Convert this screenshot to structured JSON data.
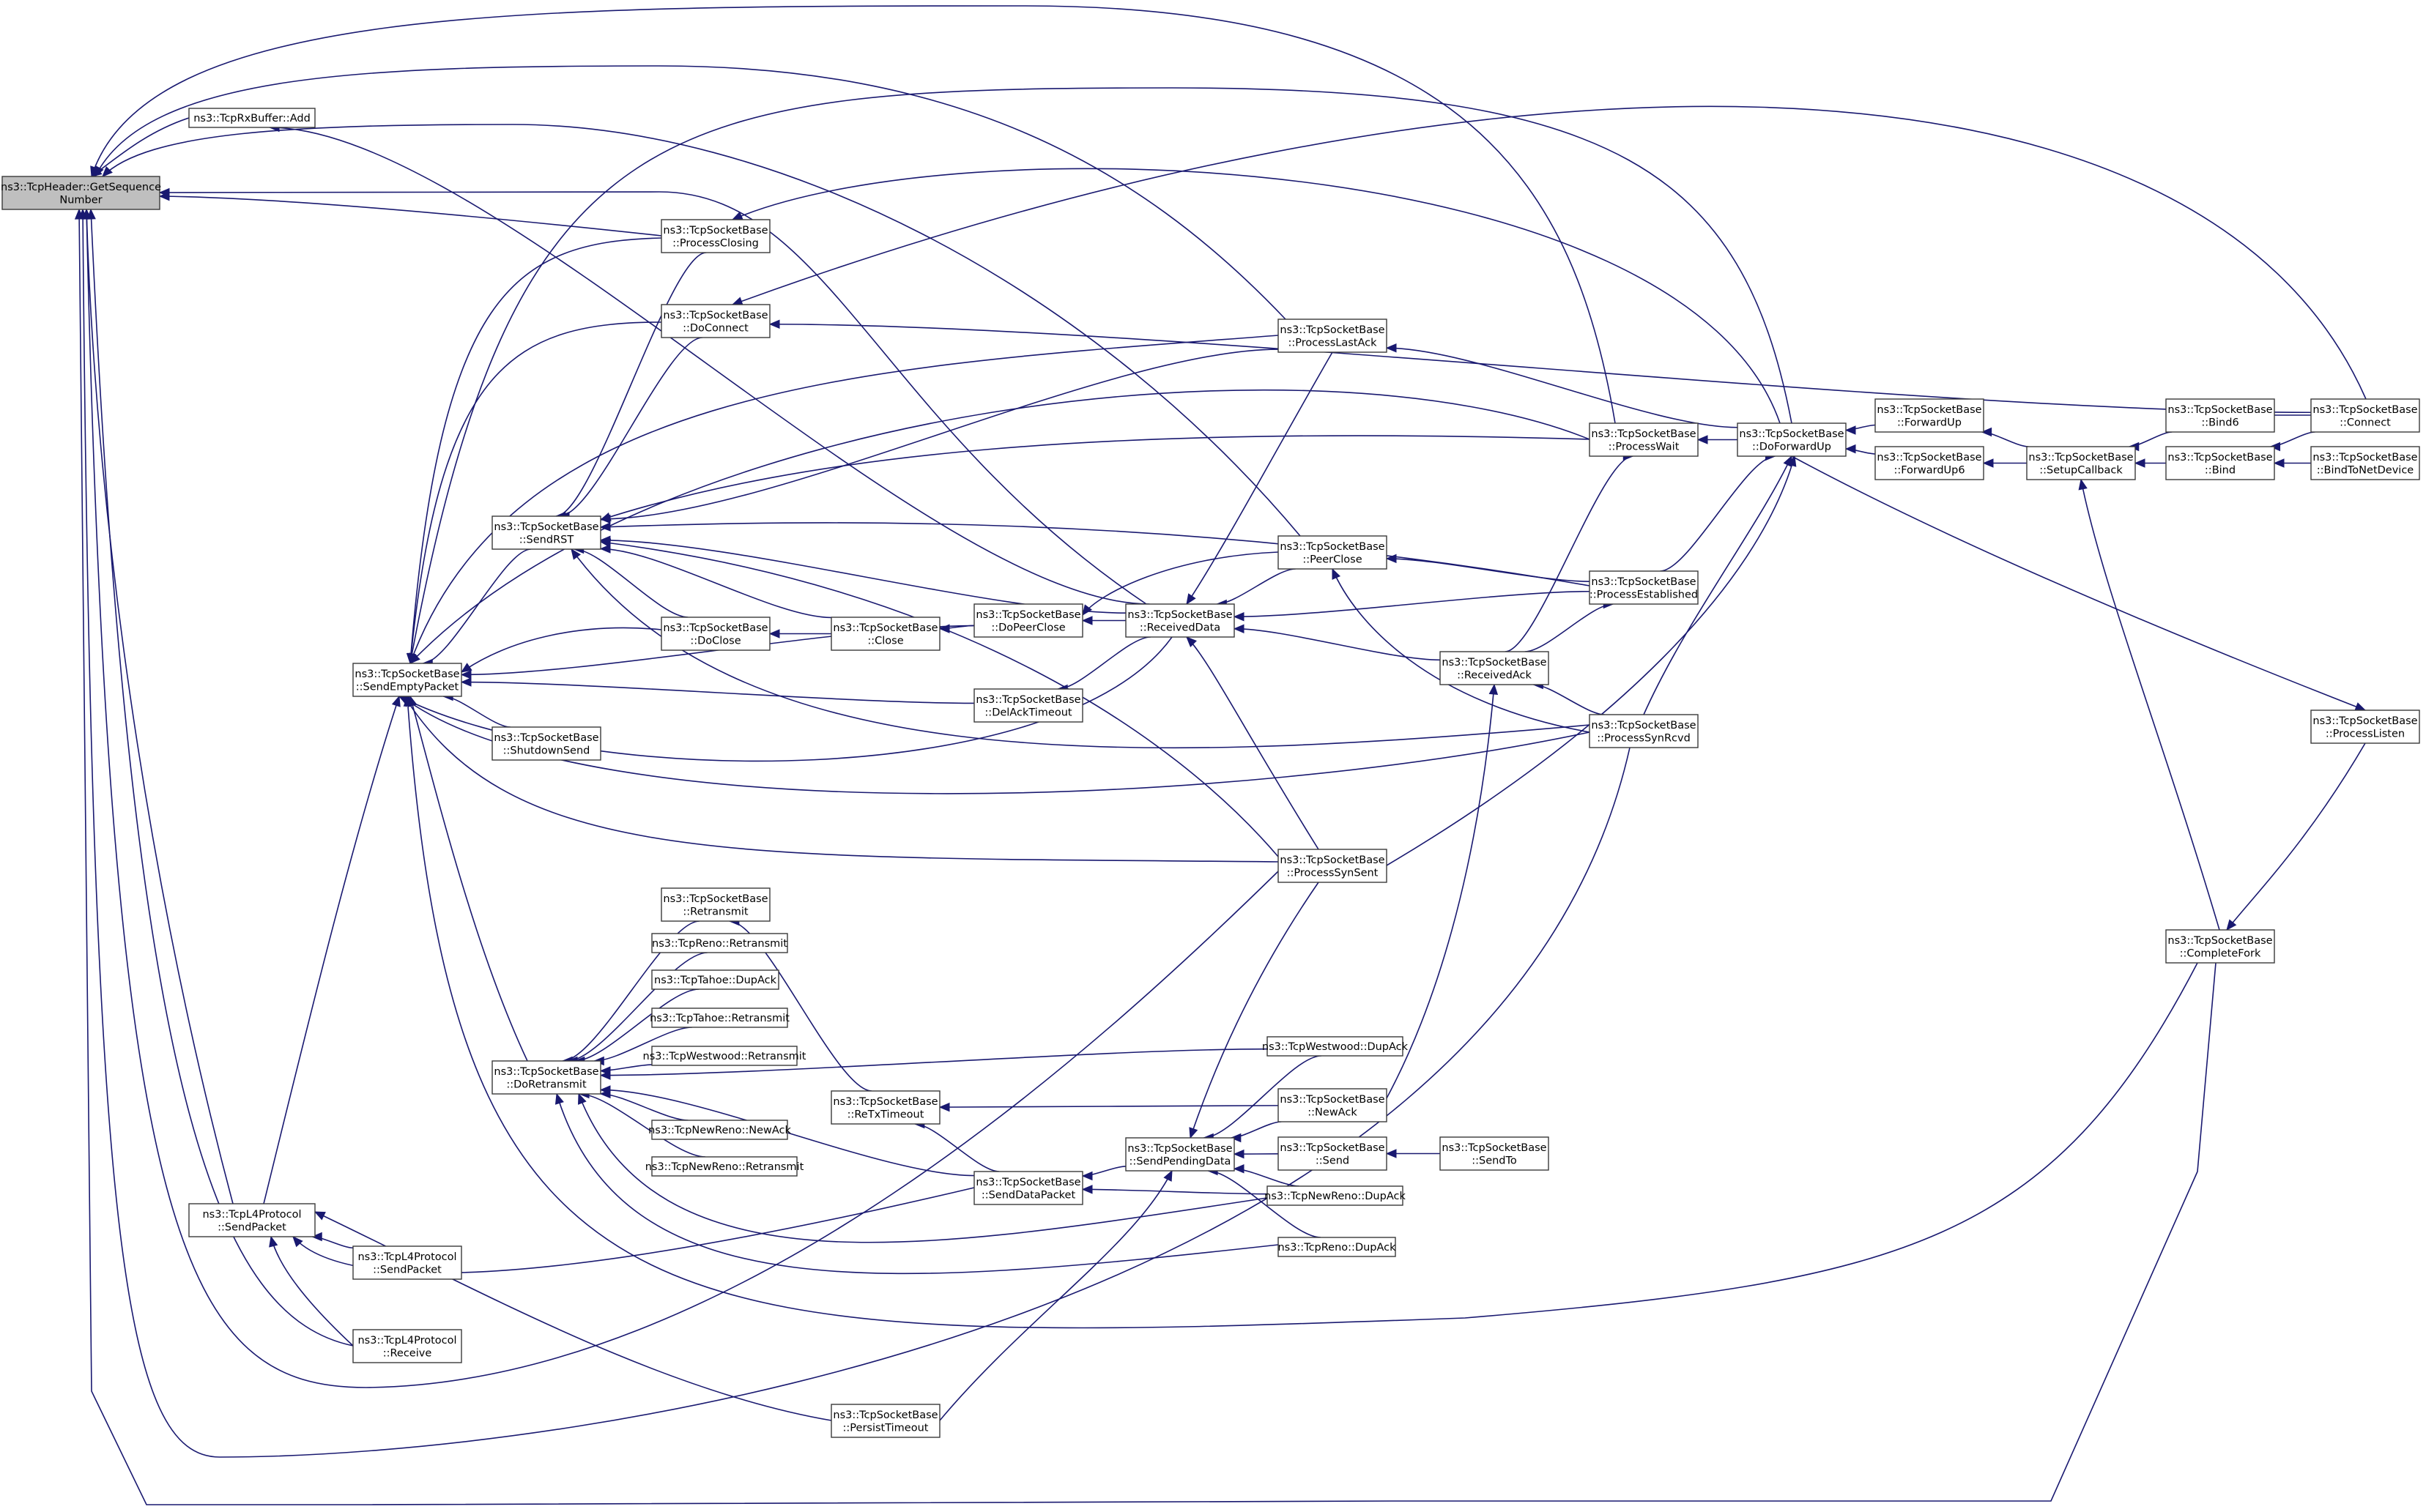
{
  "diagram": {
    "kind": "call-graph",
    "edge_color": "#191970",
    "root_fill": "#bfbfbf",
    "nodes": [
      {
        "id": "root",
        "lines": [
          "ns3::TcpHeader::GetSequence",
          "Number"
        ],
        "highlight": true
      },
      {
        "id": "rxadd",
        "lines": [
          "ns3::TcpRxBuffer::Add"
        ]
      },
      {
        "id": "closing",
        "lines": [
          "ns3::TcpSocketBase",
          "::ProcessClosing"
        ]
      },
      {
        "id": "doconnect",
        "lines": [
          "ns3::TcpSocketBase",
          "::DoConnect"
        ]
      },
      {
        "id": "sendrst",
        "lines": [
          "ns3::TcpSocketBase",
          "::SendRST"
        ]
      },
      {
        "id": "doclose",
        "lines": [
          "ns3::TcpSocketBase",
          "::DoClose"
        ]
      },
      {
        "id": "close",
        "lines": [
          "ns3::TcpSocketBase",
          "::Close"
        ]
      },
      {
        "id": "sendempty",
        "lines": [
          "ns3::TcpSocketBase",
          "::SendEmptyPacket"
        ]
      },
      {
        "id": "shutdownsend",
        "lines": [
          "ns3::TcpSocketBase",
          "::ShutdownSend"
        ]
      },
      {
        "id": "dopeerclose",
        "lines": [
          "ns3::TcpSocketBase",
          "::DoPeerClose"
        ]
      },
      {
        "id": "delack",
        "lines": [
          "ns3::TcpSocketBase",
          "::DelAckTimeout"
        ]
      },
      {
        "id": "receiveddata",
        "lines": [
          "ns3::TcpSocketBase",
          "::ReceivedData"
        ]
      },
      {
        "id": "lastack",
        "lines": [
          "ns3::TcpSocketBase",
          "::ProcessLastAck"
        ]
      },
      {
        "id": "peerclose",
        "lines": [
          "ns3::TcpSocketBase",
          "::PeerClose"
        ]
      },
      {
        "id": "processwait",
        "lines": [
          "ns3::TcpSocketBase",
          "::ProcessWait"
        ]
      },
      {
        "id": "doforwardup",
        "lines": [
          "ns3::TcpSocketBase",
          "::DoForwardUp"
        ]
      },
      {
        "id": "established",
        "lines": [
          "ns3::TcpSocketBase",
          "::ProcessEstablished"
        ]
      },
      {
        "id": "receivedack",
        "lines": [
          "ns3::TcpSocketBase",
          "::ReceivedAck"
        ]
      },
      {
        "id": "synrcvd",
        "lines": [
          "ns3::TcpSocketBase",
          "::ProcessSynRcvd"
        ]
      },
      {
        "id": "synsent",
        "lines": [
          "ns3::TcpSocketBase",
          "::ProcessSynSent"
        ]
      },
      {
        "id": "forwardup",
        "lines": [
          "ns3::TcpSocketBase",
          "::ForwardUp"
        ]
      },
      {
        "id": "forwardup6",
        "lines": [
          "ns3::TcpSocketBase",
          "::ForwardUp6"
        ]
      },
      {
        "id": "setupcb",
        "lines": [
          "ns3::TcpSocketBase",
          "::SetupCallback"
        ]
      },
      {
        "id": "bind6",
        "lines": [
          "ns3::TcpSocketBase",
          "::Bind6"
        ]
      },
      {
        "id": "bind",
        "lines": [
          "ns3::TcpSocketBase",
          "::Bind"
        ]
      },
      {
        "id": "connect",
        "lines": [
          "ns3::TcpSocketBase",
          "::Connect"
        ]
      },
      {
        "id": "bindnetdev",
        "lines": [
          "ns3::TcpSocketBase",
          "::BindToNetDevice"
        ]
      },
      {
        "id": "listen",
        "lines": [
          "ns3::TcpSocketBase",
          "::ProcessListen"
        ]
      },
      {
        "id": "completefork",
        "lines": [
          "ns3::TcpSocketBase",
          "::CompleteFork"
        ]
      },
      {
        "id": "retransmit",
        "lines": [
          "ns3::TcpSocketBase",
          "::Retransmit"
        ]
      },
      {
        "id": "renoretx",
        "lines": [
          "ns3::TcpReno::Retransmit"
        ]
      },
      {
        "id": "tahoedup",
        "lines": [
          "ns3::TcpTahoe::DupAck"
        ]
      },
      {
        "id": "tahoeretx",
        "lines": [
          "ns3::TcpTahoe::Retransmit"
        ]
      },
      {
        "id": "westretx",
        "lines": [
          "ns3::TcpWestwood::Retransmit"
        ]
      },
      {
        "id": "doretransmit",
        "lines": [
          "ns3::TcpSocketBase",
          "::DoRetransmit"
        ]
      },
      {
        "id": "nrnewack",
        "lines": [
          "ns3::TcpNewReno::NewAck"
        ]
      },
      {
        "id": "nrretx",
        "lines": [
          "ns3::TcpNewReno::Retransmit"
        ]
      },
      {
        "id": "westdup",
        "lines": [
          "ns3::TcpWestwood::DupAck"
        ]
      },
      {
        "id": "retxtimeout",
        "lines": [
          "ns3::TcpSocketBase",
          "::ReTxTimeout"
        ]
      },
      {
        "id": "newack",
        "lines": [
          "ns3::TcpSocketBase",
          "::NewAck"
        ]
      },
      {
        "id": "sendpending",
        "lines": [
          "ns3::TcpSocketBase",
          "::SendPendingData"
        ]
      },
      {
        "id": "senddata",
        "lines": [
          "ns3::TcpSocketBase",
          "::SendDataPacket"
        ]
      },
      {
        "id": "send",
        "lines": [
          "ns3::TcpSocketBase",
          "::Send"
        ]
      },
      {
        "id": "sendto",
        "lines": [
          "ns3::TcpSocketBase",
          "::SendTo"
        ]
      },
      {
        "id": "nrdup",
        "lines": [
          "ns3::TcpNewReno::DupAck"
        ]
      },
      {
        "id": "renodup",
        "lines": [
          "ns3::TcpReno::DupAck"
        ]
      },
      {
        "id": "l4send",
        "lines": [
          "ns3::TcpL4Protocol",
          "::SendPacket"
        ]
      },
      {
        "id": "l4send2",
        "lines": [
          "ns3::TcpL4Protocol",
          "::SendPacket"
        ]
      },
      {
        "id": "l4recv",
        "lines": [
          "ns3::TcpL4Protocol",
          "::Receive"
        ]
      },
      {
        "id": "persist",
        "lines": [
          "ns3::TcpSocketBase",
          "::PersistTimeout"
        ]
      }
    ],
    "edges": [
      [
        "rxadd",
        "root"
      ],
      [
        "closing",
        "root"
      ],
      [
        "lastack",
        "root"
      ],
      [
        "processwait",
        "root"
      ],
      [
        "peerclose",
        "root"
      ],
      [
        "receiveddata",
        "root"
      ],
      [
        "l4send",
        "root"
      ],
      [
        "l4recv",
        "root"
      ],
      [
        "synsent",
        "root"
      ],
      [
        "synrcvd",
        "root"
      ],
      [
        "completefork",
        "root"
      ],
      [
        "receiveddata",
        "rxadd"
      ],
      [
        "closing",
        "sendempty"
      ],
      [
        "doconnect",
        "sendempty"
      ],
      [
        "lastack",
        "sendempty"
      ],
      [
        "processwait",
        "sendempty"
      ],
      [
        "doclose",
        "sendempty"
      ],
      [
        "dopeerclose",
        "sendempty"
      ],
      [
        "delack",
        "sendempty"
      ],
      [
        "receiveddata",
        "sendempty"
      ],
      [
        "synrcvd",
        "sendempty"
      ],
      [
        "synsent",
        "sendempty"
      ],
      [
        "doforwardup",
        "sendempty"
      ],
      [
        "completefork",
        "sendempty"
      ],
      [
        "sendrst",
        "sendempty"
      ],
      [
        "shutdownsend",
        "sendempty"
      ],
      [
        "doretransmit",
        "sendempty"
      ],
      [
        "l4send",
        "sendempty"
      ],
      [
        "closing",
        "sendrst"
      ],
      [
        "doconnect",
        "sendrst"
      ],
      [
        "lastack",
        "sendrst"
      ],
      [
        "processwait",
        "sendrst"
      ],
      [
        "doclose",
        "sendrst"
      ],
      [
        "close",
        "sendrst"
      ],
      [
        "established",
        "sendrst"
      ],
      [
        "synrcvd",
        "sendrst"
      ],
      [
        "synsent",
        "sendrst"
      ],
      [
        "receiveddata",
        "sendrst"
      ],
      [
        "doforwardup",
        "closing"
      ],
      [
        "doforwardup",
        "doconnect"
      ],
      [
        "connect",
        "doconnect"
      ],
      [
        "close",
        "doclose"
      ],
      [
        "dopeerclose",
        "close"
      ],
      [
        "receiveddata",
        "dopeerclose"
      ],
      [
        "peerclose",
        "dopeerclose"
      ],
      [
        "receiveddata",
        "delack"
      ],
      [
        "established",
        "receiveddata"
      ],
      [
        "receivedack",
        "receiveddata"
      ],
      [
        "synsent",
        "receiveddata"
      ],
      [
        "lastack",
        "receiveddata"
      ],
      [
        "peerclose",
        "receiveddata"
      ],
      [
        "doforwardup",
        "lastack"
      ],
      [
        "established",
        "peerclose"
      ],
      [
        "synrcvd",
        "peerclose"
      ],
      [
        "doforwardup",
        "processwait"
      ],
      [
        "receivedack",
        "processwait"
      ],
      [
        "forwardup",
        "doforwardup"
      ],
      [
        "forwardup6",
        "doforwardup"
      ],
      [
        "established",
        "doforwardup"
      ],
      [
        "synrcvd",
        "doforwardup"
      ],
      [
        "synsent",
        "doforwardup"
      ],
      [
        "receivedack",
        "established"
      ],
      [
        "synrcvd",
        "receivedack"
      ],
      [
        "newack",
        "receivedack"
      ],
      [
        "setupcb",
        "forwardup"
      ],
      [
        "setupcb",
        "forwardup6"
      ],
      [
        "bind6",
        "setupcb"
      ],
      [
        "bind",
        "setupcb"
      ],
      [
        "completefork",
        "setupcb"
      ],
      [
        "connect",
        "bind6"
      ],
      [
        "connect",
        "bind"
      ],
      [
        "bindnetdev",
        "bind"
      ],
      [
        "doforwardup",
        "listen"
      ],
      [
        "listen",
        "completefork"
      ],
      [
        "retransmit",
        "doretransmit"
      ],
      [
        "renoretx",
        "doretransmit"
      ],
      [
        "tahoedup",
        "doretransmit"
      ],
      [
        "tahoeretx",
        "doretransmit"
      ],
      [
        "westretx",
        "doretransmit"
      ],
      [
        "nrnewack",
        "doretransmit"
      ],
      [
        "nrretx",
        "doretransmit"
      ],
      [
        "westdup",
        "doretransmit"
      ],
      [
        "senddata",
        "doretransmit"
      ],
      [
        "nrdup",
        "doretransmit"
      ],
      [
        "renodup",
        "doretransmit"
      ],
      [
        "retxtimeout",
        "retransmit"
      ],
      [
        "newack",
        "retxtimeout"
      ],
      [
        "senddata",
        "retxtimeout"
      ],
      [
        "sendpending",
        "senddata"
      ],
      [
        "nrdup",
        "senddata"
      ],
      [
        "westdup",
        "sendpending"
      ],
      [
        "newack",
        "sendpending"
      ],
      [
        "send",
        "sendpending"
      ],
      [
        "nrdup",
        "sendpending"
      ],
      [
        "renodup",
        "sendpending"
      ],
      [
        "synsent",
        "sendpending"
      ],
      [
        "sendto",
        "send"
      ],
      [
        "persist",
        "sendpending"
      ],
      [
        "senddata",
        "l4send"
      ],
      [
        "l4send2",
        "l4send"
      ],
      [
        "l4recv",
        "l4send"
      ],
      [
        "persist",
        "l4send"
      ]
    ]
  }
}
